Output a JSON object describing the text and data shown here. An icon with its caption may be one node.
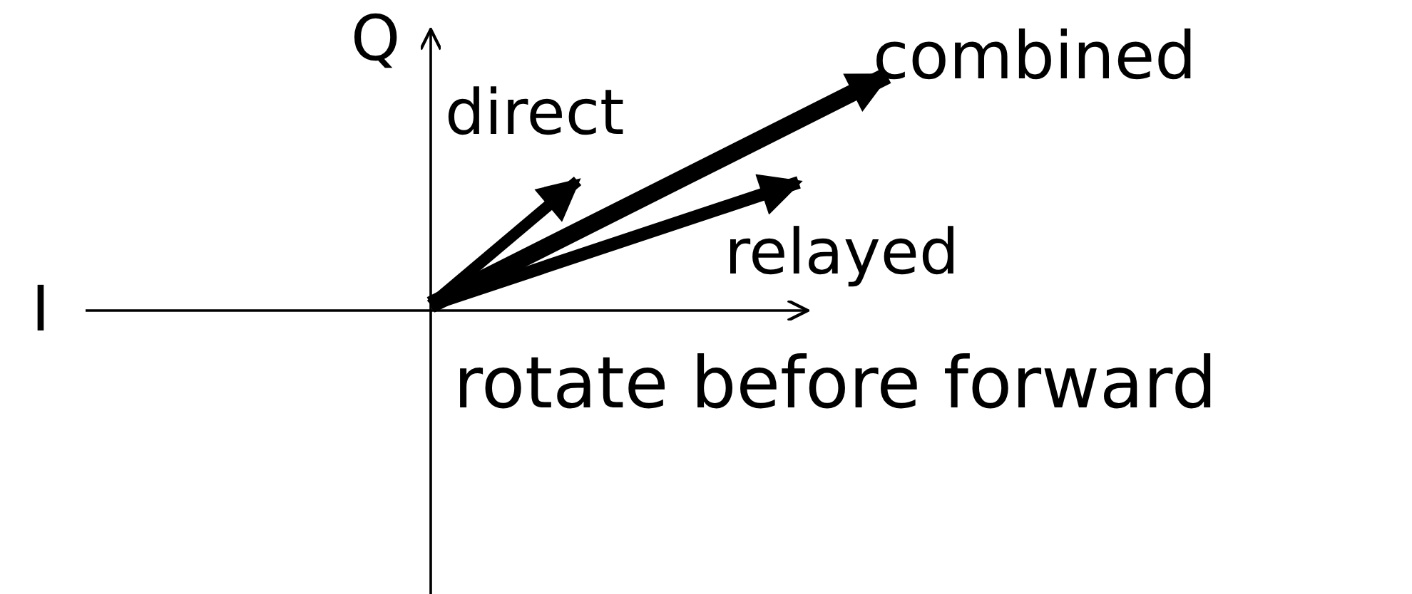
{
  "diagram": {
    "labels": [
      "Q",
      "direct",
      "combined",
      "relayed",
      "I",
      "rotate before forward"
    ]
  }
}
